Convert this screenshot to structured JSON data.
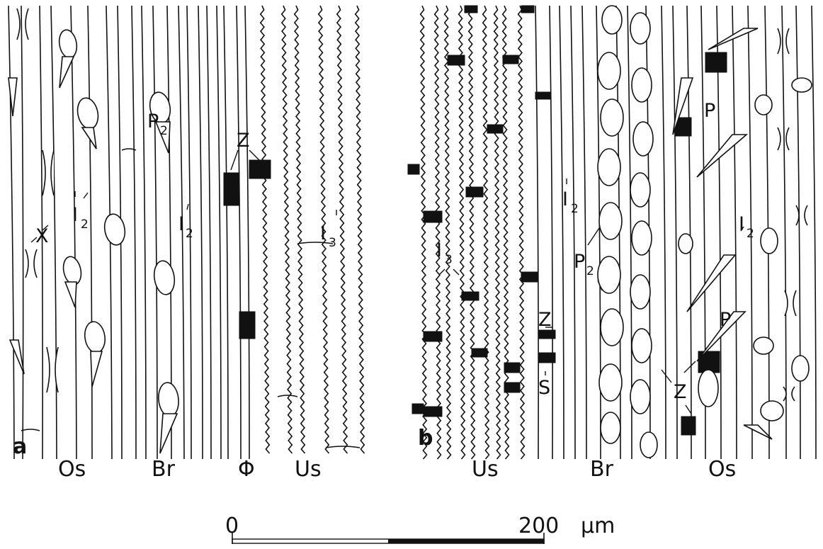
{
  "panel_a": {
    "panel_label": "a",
    "region_labels": {
      "os": "Os",
      "br": "Br",
      "phi": "Φ",
      "us": "Us"
    },
    "annotations": {
      "x": "X",
      "i2a": "I",
      "i2a_sub": "2",
      "p2": "P",
      "p2_sub": "2",
      "i2b": "I",
      "i2b_sub": "2",
      "z": "Z",
      "i3": "I",
      "i3_sub": "3"
    }
  },
  "panel_b": {
    "panel_label": "b",
    "region_labels": {
      "us": "Us",
      "br": "Br",
      "os": "Os"
    },
    "annotations": {
      "i3": "I",
      "i3_sub": "3",
      "i2a": "I",
      "i2a_sub": "2",
      "p2": "P",
      "p2_sub": "2",
      "z1": "Z",
      "s": "S",
      "p_upper": "P",
      "p_lower": "P",
      "z2": "Z",
      "i2b": "I",
      "i2b_sub": "2"
    }
  },
  "scale_bar": {
    "start_label": "0",
    "end_label": "200",
    "unit": "μm"
  }
}
